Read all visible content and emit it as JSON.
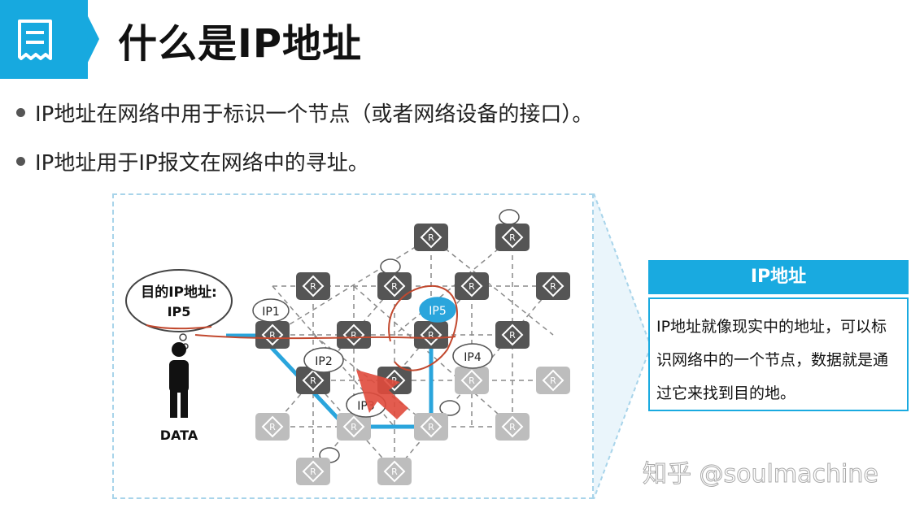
{
  "header": {
    "title": "什么是IP地址",
    "icon": "document-icon"
  },
  "bullets": [
    "IP地址在网络中用于标识一个节点（或者网络设备的接口）。",
    "IP地址用于IP报文在网络中的寻址。"
  ],
  "diagram": {
    "cloud_label": "目的IP地址:",
    "cloud_value": "IP5",
    "person_label": "DATA",
    "router_glyph": "R",
    "nodes": [
      "IP1",
      "IP2",
      "IP3",
      "IP4",
      "IP5"
    ]
  },
  "info_panel": {
    "heading": "IP地址",
    "body": "IP地址就像现实中的地址，可以标识网络中的一个节点，数据就是通过它来找到目的地。"
  },
  "watermark": "知乎 @soulmachine",
  "colors": {
    "accent": "#17a9df",
    "router_dark": "#555555",
    "router_light": "#bdbdbd",
    "path": "#2aa5dc",
    "arrow": "#e04a3c"
  }
}
